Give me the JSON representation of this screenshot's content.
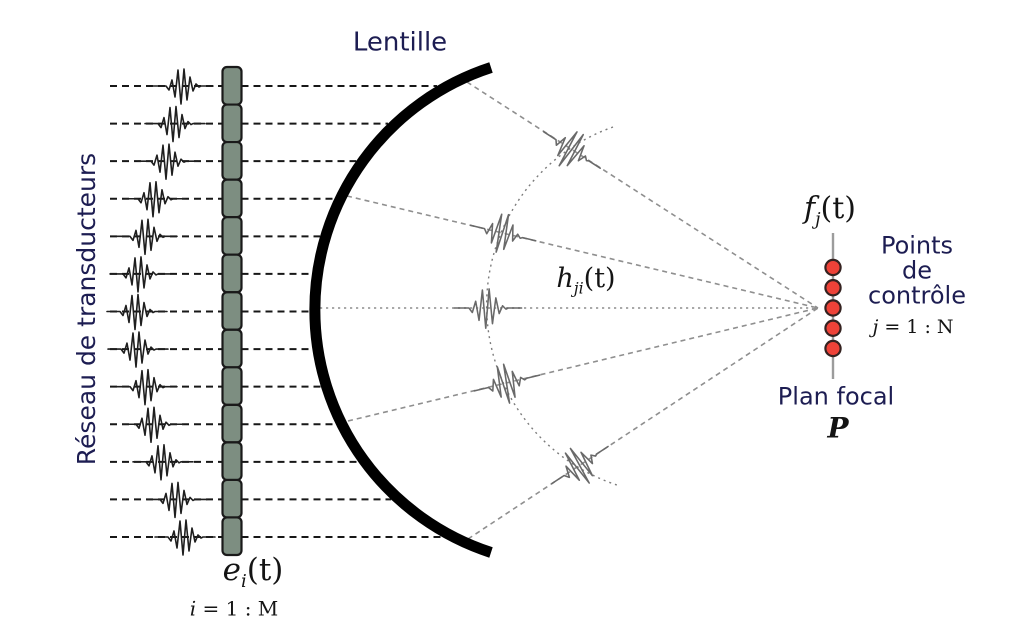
{
  "figure": {
    "labels": {
      "lens": "Lentille",
      "array": "Réseau de transducteurs",
      "control_points": [
        "Points",
        "de",
        "contrôle"
      ],
      "focal_plane": "Plan focal",
      "focal_plane_symbol": "P"
    },
    "math": {
      "emission_base": "e",
      "emission_sub": "i",
      "emission_arg": "(t)",
      "emission_range_var": "i",
      "emission_range_rest": " = 1 : M",
      "impulse_base": "h",
      "impulse_sub": "ji",
      "impulse_arg": "(t)",
      "focal_base": "f",
      "focal_sub": "j",
      "focal_arg": "(t)",
      "focal_range_var": "j",
      "focal_range_rest": " = 1 : N"
    },
    "counts": {
      "transducers": 13,
      "control_points": 5,
      "rays": 5,
      "impulse_wavelets": 5
    },
    "colors": {
      "transducer_fill": "#7d8e81",
      "transducer_border": "#1a1a1a",
      "control_point_fill": "#ee4238",
      "control_point_border": "#342220",
      "lens": "#000000",
      "label_text": "#1d1d52",
      "math_text": "#141414",
      "dashed_line": "#171717",
      "ray": "#8f8f8f",
      "ray_center": "#a9a9a9",
      "wavefront": "#7c7c7c",
      "focal_line": "#9c9c9c",
      "input_wavelet": "#1f1f1f",
      "impulse_wavelet": "#696969"
    }
  }
}
